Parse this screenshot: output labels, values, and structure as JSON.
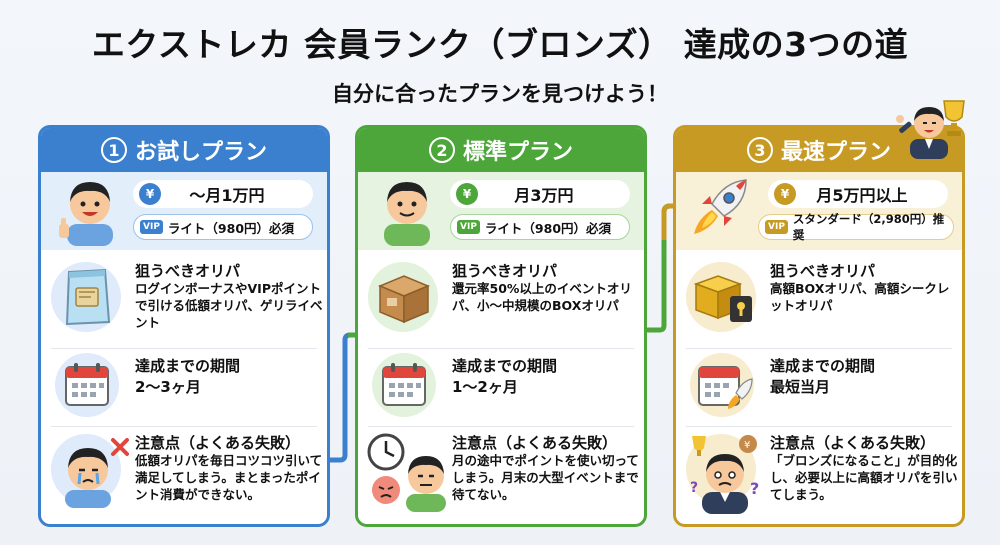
{
  "title": "エクストレカ 会員ランク（ブロンズ） 達成の3つの道",
  "subtitle": "自分に合ったプランを見つけよう！",
  "labels": {
    "target_title": "狙うべきオリパ",
    "period_title": "達成までの期間",
    "caution_title": "注意点（よくある失敗）",
    "yen_symbol": "¥",
    "vip_tag": "VIP"
  },
  "plans": [
    {
      "number": "①",
      "name": "お試しプラン",
      "price": "〜月1万円",
      "vip": "ライト（980円）必須",
      "target": "ログインボーナスやVIPポイントで引ける低額オリパ、ゲリライベント",
      "period": "2〜3ヶ月",
      "caution": "低額オリパを毎日コツコツ引いて満足してしまう。まとまったポイント消費ができない。",
      "color": "#3b7fcf"
    },
    {
      "number": "②",
      "name": "標準プラン",
      "price": "月3万円",
      "vip": "ライト（980円）必須",
      "target": "還元率50%以上のイベントオリパ、小〜中規模のBOXオリパ",
      "period": "1〜2ヶ月",
      "caution": "月の途中でポイントを使い切ってしまう。月末の大型イベントまで待てない。",
      "color": "#4ca63a"
    },
    {
      "number": "③",
      "name": "最速プラン",
      "price": "月5万円以上",
      "vip": "スタンダード（2,980円）推奨",
      "target": "高額BOXオリパ、高額シークレットオリパ",
      "period": "最短当月",
      "caution": "「ブロンズになること」が目的化し、必要以上に高額オリパを引いてしまう。",
      "color": "#c79a23"
    }
  ]
}
